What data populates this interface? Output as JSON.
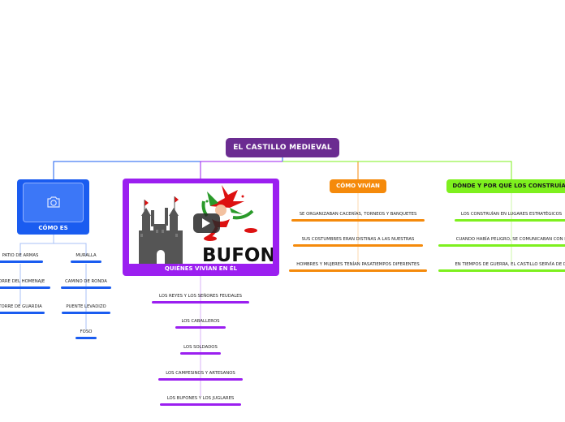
{
  "root": {
    "label": "EL CASTILLO MEDIEVAL"
  },
  "colors": {
    "root": "#6b2c91",
    "blue": "#1a5cf0",
    "purple": "#9b1ff0",
    "orange": "#f58a0b",
    "green": "#7ef01e"
  },
  "branches": {
    "como_es": {
      "label": "CÓMO ES",
      "icon": "camera-icon",
      "columns": [
        [
          "PATIO DE ARMAS",
          "TORRE DEL HOMENAJE",
          "TORRE DE GUARDIA"
        ],
        [
          "MURALLA",
          "CAMINO DE RONDA",
          "PUENTE LEVADIZO",
          "FOSO"
        ]
      ]
    },
    "quienes": {
      "label": "QUIÉNES VIVÍAN EN ÉL",
      "image_text": "BUFON",
      "icon": "play-icon",
      "items": [
        "LOS REYES Y LOS SEÑORES FEUDALES",
        "LOS CABALLEROS",
        "LOS SOLDADOS",
        "LOS CAMPESINOS Y ARTESANOS",
        "LOS BUFONES Y LOS JUGLARES"
      ]
    },
    "como_vivian": {
      "label": "CÓMO VIVÍAN",
      "items": [
        "SE ORGANIZABAN CACERÍAS, TORNEOS Y BANQUETES",
        "SUS COSTUMBRES ERAN DISTINAS A LAS NUESTRAS",
        "HOMBRES Y MUJERES TENÍAN PASATIEMPOS DIFERENTES"
      ]
    },
    "donde": {
      "label": "DÓNDE Y POR QUÉ LOS CONSTRUÍAN",
      "items": [
        "LOS CONSTRUÍAN EN LUGARES ESTRATÉGICOS",
        "CUANDO HABÍA PELIGRO, SE COMUNICABAN CON F",
        "EN TIEMPOS DE GUERRA, EL CASTILLO SERVÍA DE DI"
      ]
    }
  }
}
